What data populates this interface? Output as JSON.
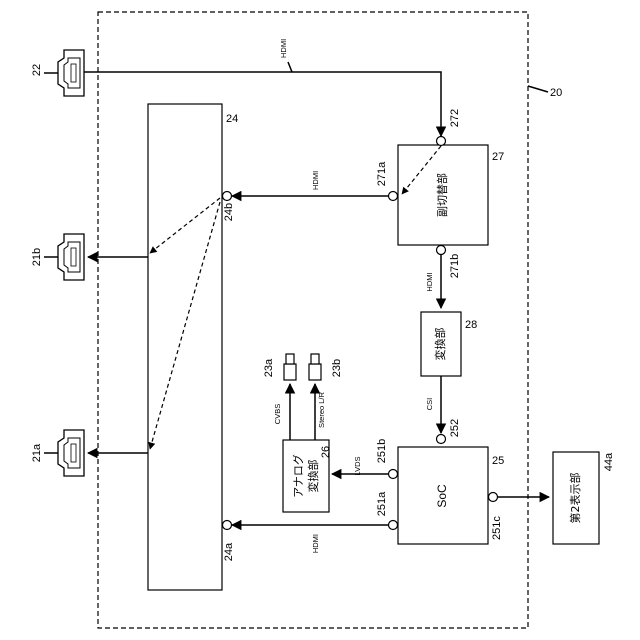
{
  "diagram": {
    "device_ref": "20",
    "blocks": {
      "switch": {
        "ref": "27",
        "label": "副切替部"
      },
      "converter": {
        "ref": "28",
        "label": "変換部"
      },
      "soc": {
        "ref": "25",
        "label": "SoC"
      },
      "analog": {
        "ref": "26",
        "label_line1": "アナログ",
        "label_line2": "変換部"
      },
      "display2": {
        "ref": "44a",
        "label": "第2表示部"
      },
      "panel": {
        "ref": "24"
      }
    },
    "connectors": {
      "hdmi_in": "22",
      "hdmi_out_b": "21b",
      "hdmi_out_a": "21a",
      "cvbs_a": "23a",
      "cvbs_b": "23b"
    },
    "terminals": {
      "t272": "272",
      "t271a": "271a",
      "t271b": "271b",
      "t252": "252",
      "t251a": "251a",
      "t251b": "251b",
      "t251c": "251c",
      "t24a": "24a",
      "t24b": "24b"
    },
    "signals": {
      "hdmi_top": "HDMI",
      "hdmi_24b": "HDMI",
      "hdmi_271b": "HDMI",
      "csi": "CSI",
      "lvds": "LVDS",
      "cvbs": "CVBS",
      "stereo": "Stereo L/R",
      "hdmi_24a": "HDMI"
    }
  }
}
